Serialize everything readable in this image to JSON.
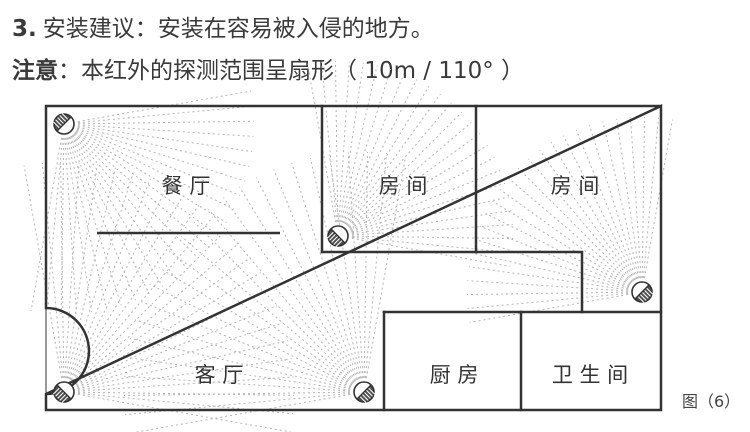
{
  "heading": {
    "number": "3.",
    "text": "安装建议：安装在容易被入侵的地方。"
  },
  "note": {
    "label": "注意",
    "text": "：本红外的探测范围呈扇形（ 10m / 110° ）"
  },
  "rooms": {
    "dining": "餐 厅",
    "bedroom_1": "房 间",
    "bedroom_2": "房 间",
    "living": "客 厅",
    "kitchen": "厨 房",
    "bathroom": "卫 生 间"
  },
  "figure_caption": "图（6）",
  "sensor": {
    "icon": "pir-sensor-icon",
    "detection_range_m": 10,
    "detection_angle_deg": 110
  },
  "colors": {
    "wall": "#333333",
    "ray": "#b5b5b5"
  }
}
